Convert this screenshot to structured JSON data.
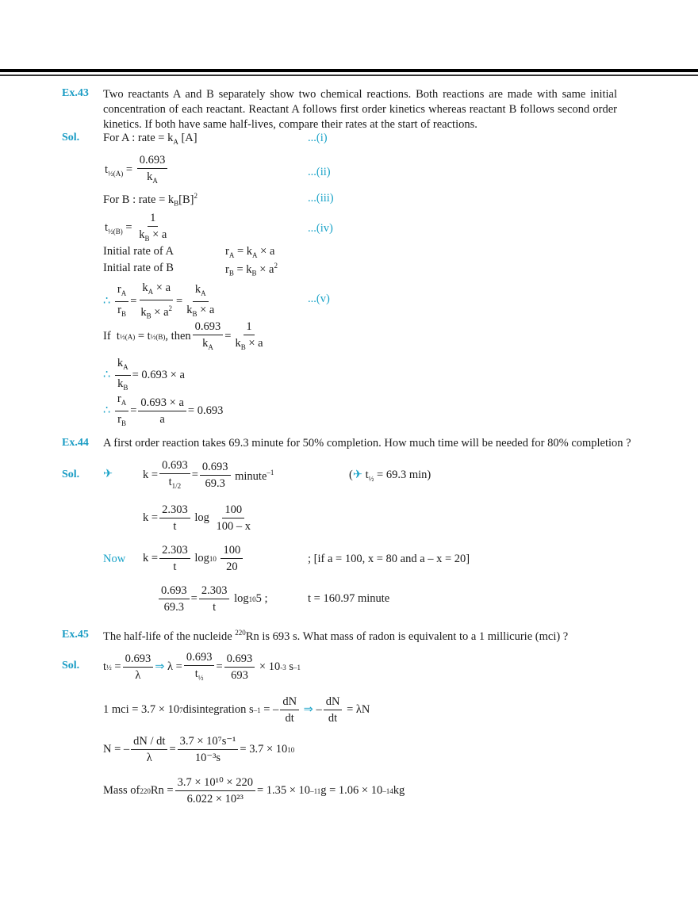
{
  "header": {
    "rules": [
      "thick",
      "thin"
    ]
  },
  "colors": {
    "accent": "#1a9cc4",
    "text": "#1a1a1a"
  },
  "ex43": {
    "label": "Ex.43",
    "question": "Two reactants A and B separately show two chemical reactions. Both reactions are made with same initial concentration of each reactant. Reactant A follows first order kinetics whereas reactant B follows second order kinetics. If both have same half-lives, compare their rates at the start of reactions.",
    "sol_label": "Sol.",
    "line1": "For A : rate = k",
    "line1_sub": "A",
    "line1_tail": " [A]",
    "eq_i": "...(i)",
    "eq_ii": "...(ii)",
    "eq_iii": "...(iii)",
    "eq_iv": "...(iv)",
    "eq_v": "...(v)",
    "t_half_A_lhs": "t",
    "t_half_A_sub": "½(A)",
    "num_0693": "0.693",
    "den_kA": "kA",
    "line3": "For B :  rate = k",
    "line3_sub": "B",
    "line3_tail": "[B]",
    "line3_sup": "2",
    "t_half_B_sub": "½(B)",
    "num_1": "1",
    "den_kBa": "kB × a",
    "initA_label": "Initial rate of A",
    "initA_eq": "rA = kA × a",
    "initB_label": "Initial rate of B",
    "initB_eq": "rB = kB × a²",
    "ratio_mid_num": "kA × a",
    "ratio_mid_den": "kB × a²",
    "if_text": "If",
    "then_text": ", then",
    "result1": "= 0.693 ×  a",
    "result2_num": "0.693 × a",
    "result2_den": "a",
    "result2_tail": "= 0.693",
    "therefore": "∴"
  },
  "ex44": {
    "label": "Ex.44",
    "question": "A first order reaction takes 69.3 minute for 50% completion. How much time will be needed for 80% completion ?",
    "sol_label": "Sol.",
    "arrow": "✈",
    "k_eq_1_unit": "minute⁻¹",
    "k_eq_1_den1": "t1/2",
    "k_eq_1_den2": "69.3",
    "given_note": "= 69.3 min)",
    "k_general_num": "2.303",
    "k_general_den": "t",
    "log": "log",
    "log_num": "100",
    "log_den": "100 – x",
    "now_label": "Now",
    "log10": "log",
    "log10_sub": "10",
    "log10_num": "100",
    "log10_den": "20",
    "condition": ";   [if a = 100, x = 80 and a – x = 20]",
    "final_lhs_num": "0.693",
    "final_lhs_den": "69.3",
    "final_tail": "log",
    "final_tail2": " 5   ;",
    "answer": "t = 160.97 minute"
  },
  "ex45": {
    "label": "Ex.45",
    "question_pre": "The half-life of the nucleide ",
    "question_sup": "220",
    "question_post": "Rn is 693 s. What mass of radon is equivalent to a 1 millicurie (mci) ?",
    "sol_label": "Sol.",
    "lambda": "λ",
    "implies": "⇒",
    "lambda_num2": "693",
    "lambda_tail": "× 10",
    "lambda_exp": "-3",
    "lambda_unit": " s",
    "lambda_unit_exp": "–1",
    "mci_line_pre": "1 mci = 3.7 × 10",
    "mci_exp": "7",
    "mci_mid": " disintegration s",
    "mci_mid_exp": "–1",
    "dN": "dN",
    "dt": "dt",
    "lambdaN": "= λN",
    "N_line_num": "dN / dt",
    "N_frac2_num": "3.7 × 10⁷s⁻¹",
    "N_frac2_den": "10⁻³s",
    "N_result": "= 3.7 × 10",
    "N_result_exp": "10",
    "mass_pre": "Mass of ",
    "mass_sup": "220",
    "mass_rn": "Rn =",
    "mass_num": "3.7 × 10¹⁰ × 220",
    "mass_den": "6.022 × 10²³",
    "mass_result": "= 1.35 × 10",
    "mass_exp1": "–11",
    "mass_mid": "g = 1.06 × 10",
    "mass_exp2": "–14",
    "mass_unit": " kg"
  }
}
